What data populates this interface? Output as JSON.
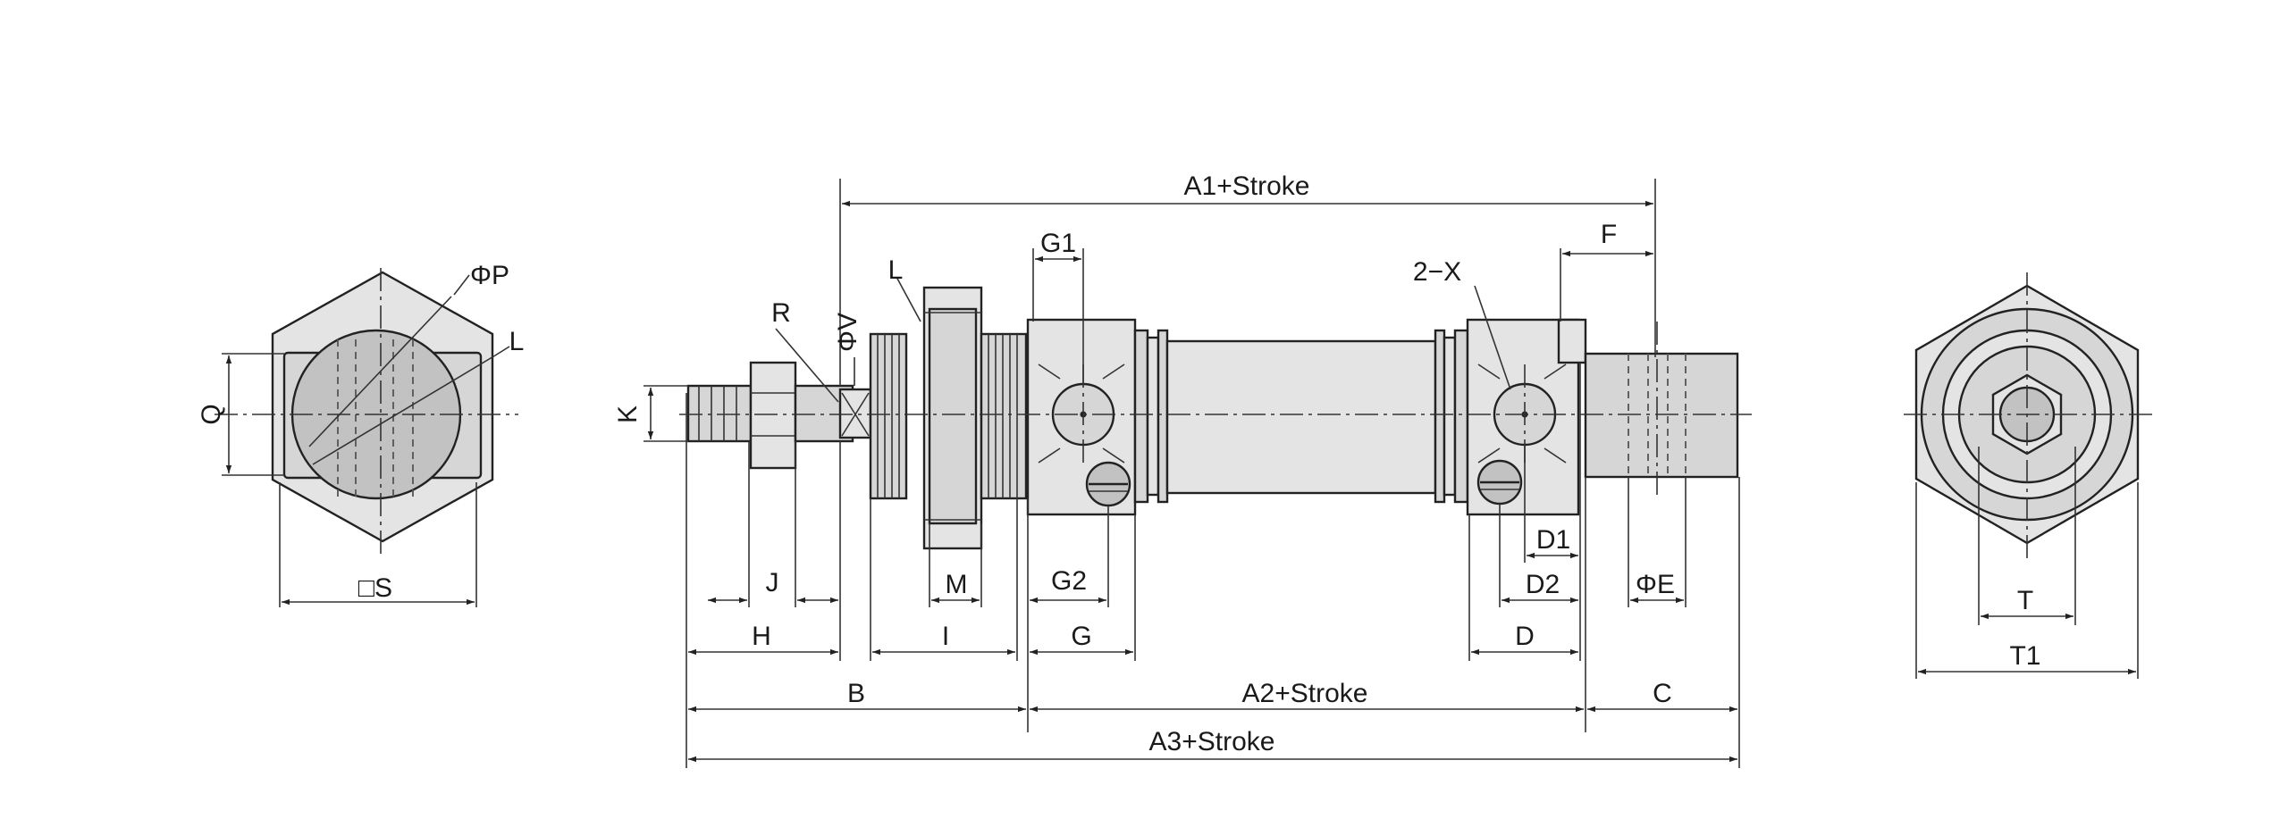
{
  "labels": {
    "a1_stroke": "A1+Stroke",
    "a2_stroke": "A2+Stroke",
    "a3_stroke": "A3+Stroke",
    "b": "B",
    "c": "C",
    "f": "F",
    "g1": "G1",
    "g": "G",
    "g2": "G2",
    "two_x": "2−X",
    "d": "D",
    "d1": "D1",
    "d2": "D2",
    "phi_e": "ΦE",
    "h": "H",
    "j": "J",
    "i": "I",
    "m": "M",
    "k": "K",
    "r": "R",
    "l_side": "L",
    "phi_v": "ΦV",
    "phi_p": "ΦP",
    "l_left": "L",
    "q": "Q",
    "s": "□S",
    "t": "T",
    "t1": "T1"
  }
}
